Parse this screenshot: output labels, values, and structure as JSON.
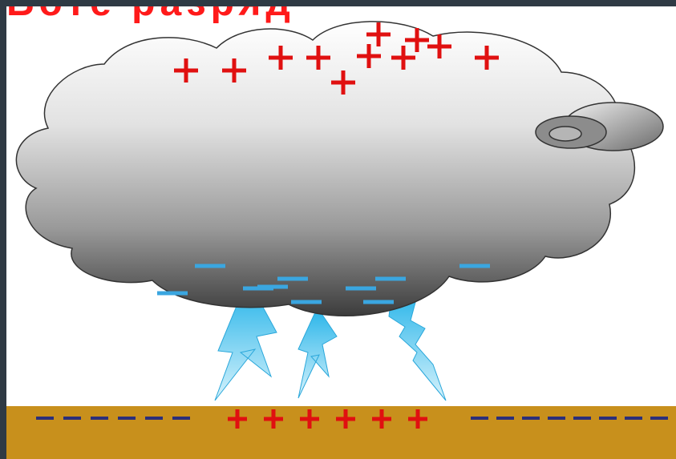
{
  "title_fragment": "Боте разряд",
  "cloud": {
    "top_charge_symbol": "+",
    "top_charge_count": 11,
    "bottom_charge_symbol": "–",
    "bottom_charge_count": 10
  },
  "ground": {
    "charges_left_symbol": "–",
    "charges_left_count": 6,
    "charges_middle_symbol": "+",
    "charges_middle_count": 6,
    "charges_right_symbol": "–",
    "charges_right_count": 8
  },
  "lightning_bolts": 3,
  "colors": {
    "positive": "#e01010",
    "negative_cloud": "#3aa6e0",
    "negative_ground": "#2b2f7a",
    "ground": "#c8901c",
    "bolt": "#4cc4ee",
    "frame": "#2f3a44"
  }
}
